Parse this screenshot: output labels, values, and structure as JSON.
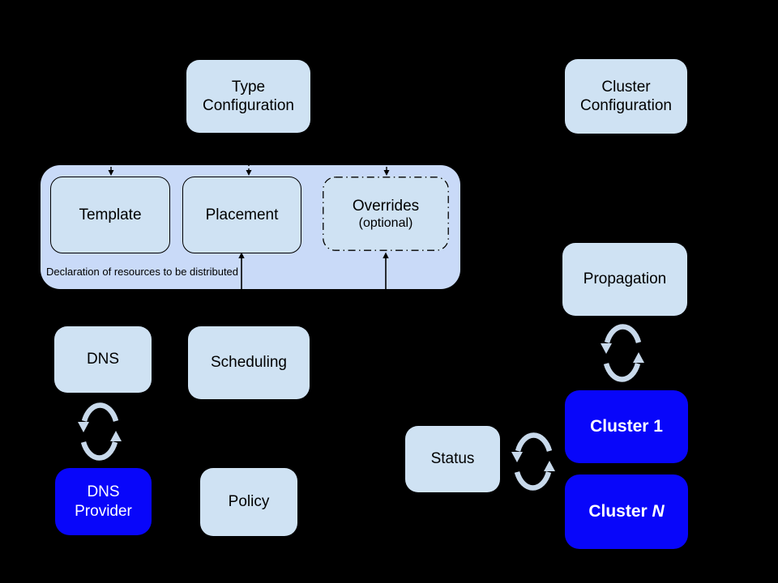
{
  "colors": {
    "background": "#000000",
    "box_light": "#cfe2f3",
    "group_fill": "#c9daf8",
    "box_blue": "#0806fa",
    "text_dark": "#000000",
    "text_light": "#ffffff",
    "sync_icon_fill": "#c8d9eb",
    "connector": "#000000"
  },
  "diagram": {
    "nodes": {
      "type_configuration": {
        "label": "Type\nConfiguration"
      },
      "cluster_configuration": {
        "label": "Cluster\nConfiguration"
      },
      "resource_group": {
        "caption": "Declaration of resources to be distributed",
        "children": {
          "template": {
            "label": "Template"
          },
          "placement": {
            "label": "Placement"
          },
          "overrides": {
            "label": "Overrides",
            "sublabel": "(optional)"
          }
        }
      },
      "dns": {
        "label": "DNS"
      },
      "scheduling": {
        "label": "Scheduling"
      },
      "dns_provider": {
        "label": "DNS\nProvider"
      },
      "policy": {
        "label": "Policy"
      },
      "propagation": {
        "label": "Propagation"
      },
      "status": {
        "label": "Status"
      },
      "cluster_1": {
        "label": "Cluster 1"
      },
      "cluster_n": {
        "label_prefix": "Cluster ",
        "label_suffix": "N"
      }
    },
    "icons": {
      "dns_sync": "sync-arrows-icon",
      "propagation_sync": "sync-arrows-icon",
      "status_sync": "sync-arrows-icon"
    }
  }
}
